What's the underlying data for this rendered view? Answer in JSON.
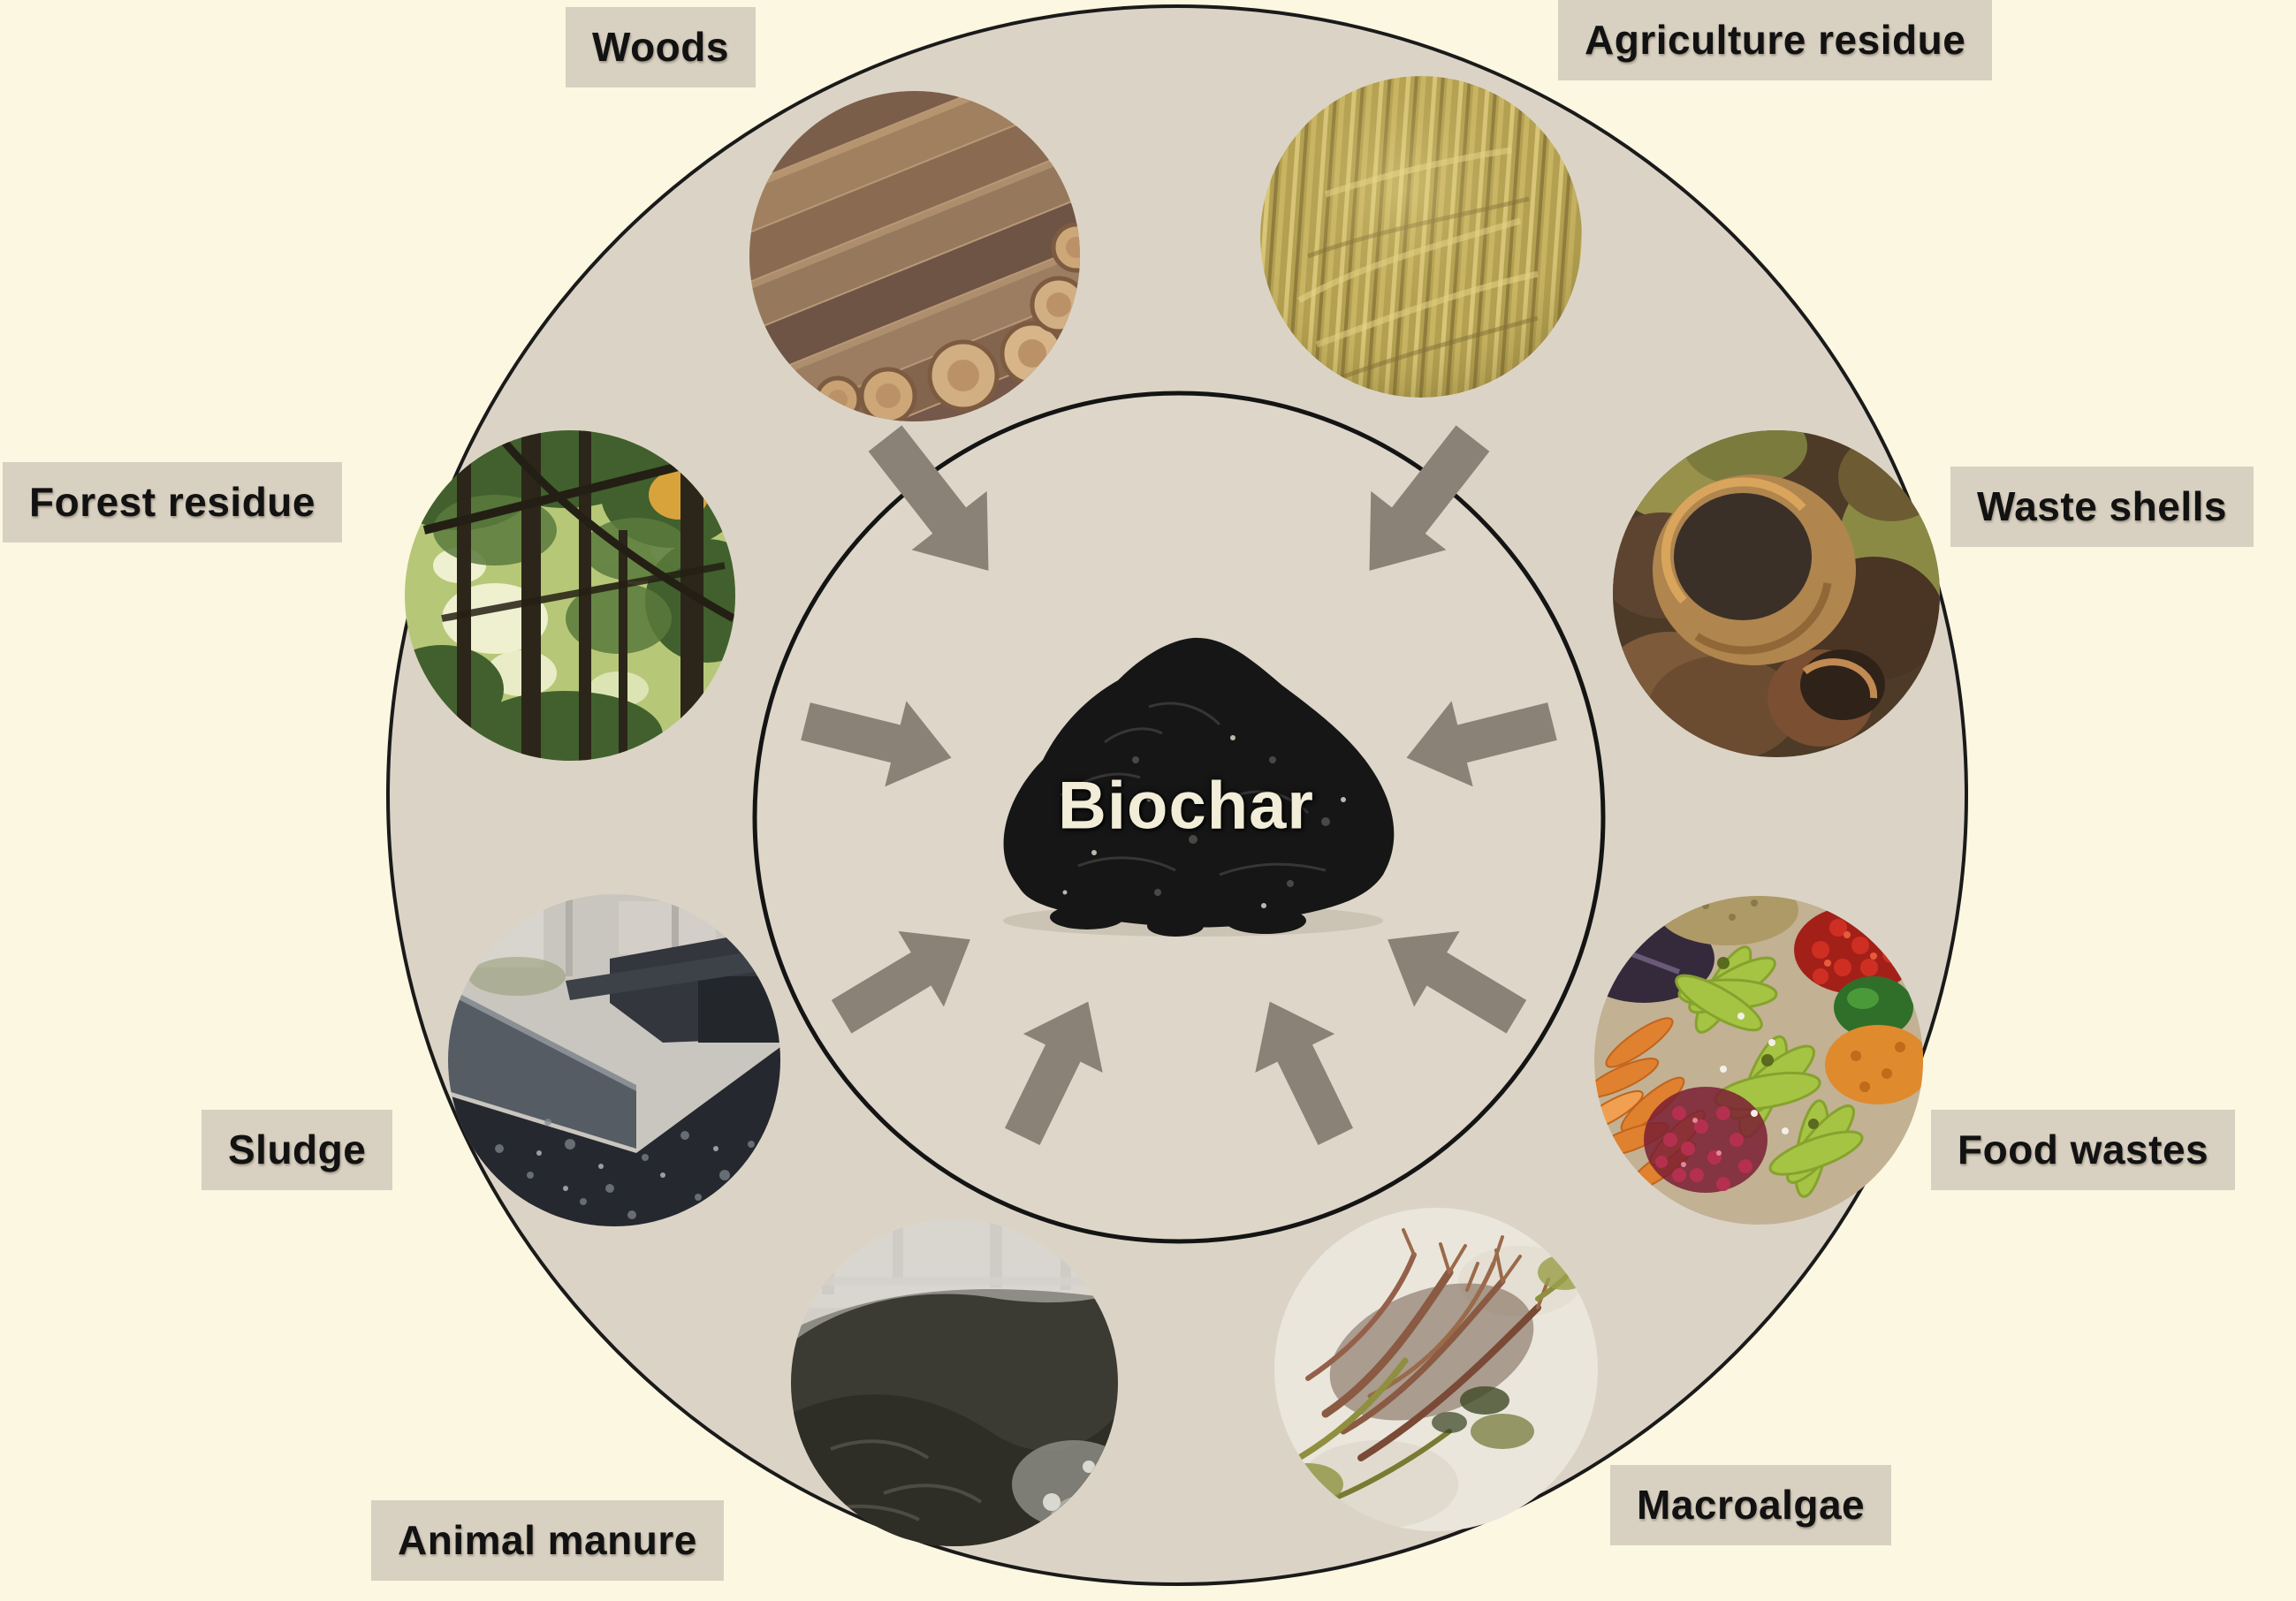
{
  "figure": {
    "type": "radial-source-diagram",
    "center_label": "Biochar",
    "sources": [
      {
        "id": "woods",
        "label": "Woods"
      },
      {
        "id": "agriculture-residue",
        "label": "Agriculture residue"
      },
      {
        "id": "waste-shells",
        "label": "Waste shells"
      },
      {
        "id": "forest-residue",
        "label": "Forest residue"
      },
      {
        "id": "food-wastes",
        "label": "Food wastes"
      },
      {
        "id": "sludge",
        "label": "Sludge"
      },
      {
        "id": "macroalgae",
        "label": "Macroalgae"
      },
      {
        "id": "animal-manure",
        "label": "Animal manure"
      }
    ],
    "colors": {
      "page_background": "#FBF7E1",
      "outer_ring_fill": "#DBD4C6",
      "inner_circle_fill": "#DDD6C9",
      "circle_outline": "#1A1A1A",
      "arrow": "#8B8277",
      "label_background": "#D8D0C1",
      "label_text": "#121212",
      "center_text": "#F2EDD8",
      "biochar_pile": "#161616"
    }
  }
}
